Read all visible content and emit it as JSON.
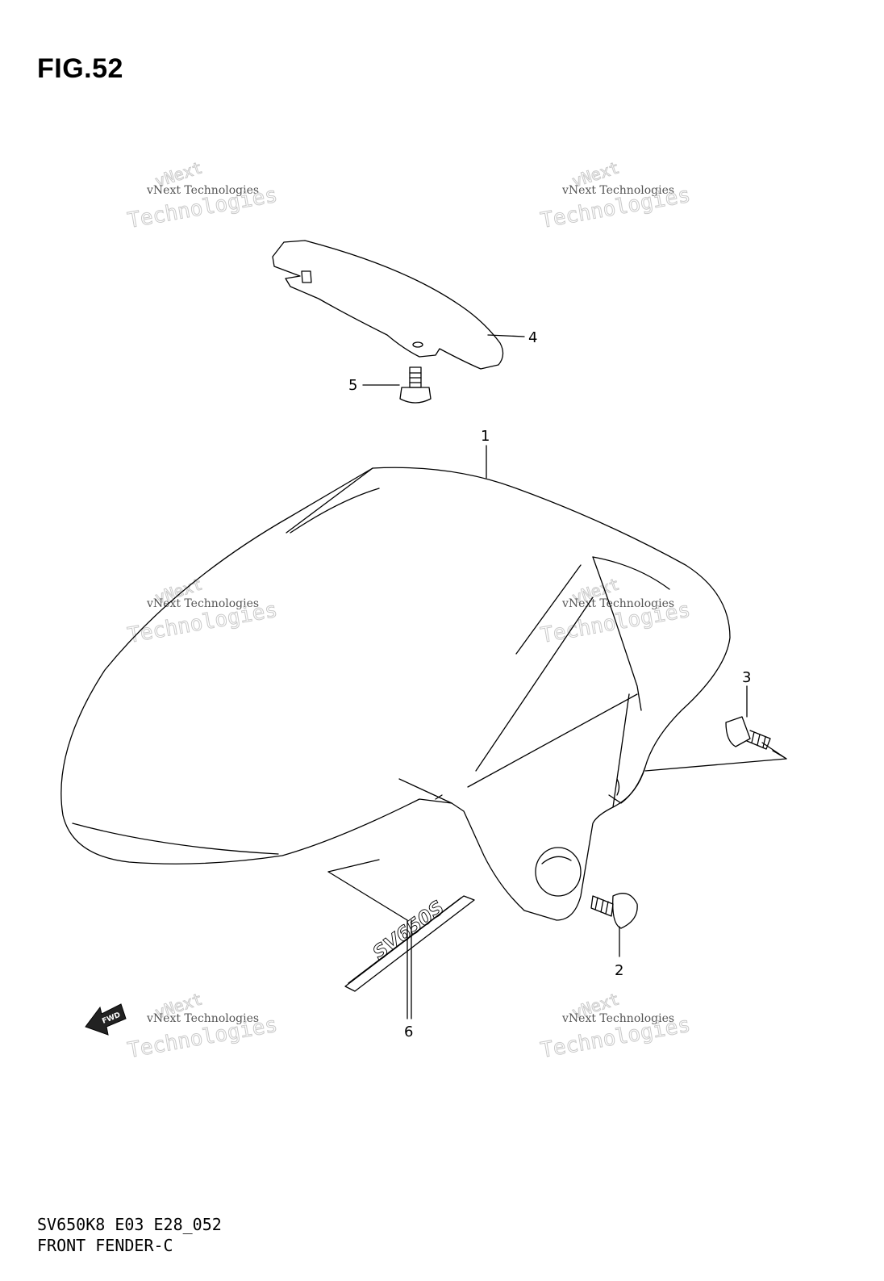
{
  "figure": {
    "title": "FIG.52",
    "code": "SV650K8 E03 E28_052",
    "name": "FRONT FENDER-C"
  },
  "callouts": [
    "1",
    "2",
    "3",
    "4",
    "5",
    "6"
  ],
  "watermark": {
    "line1": "vNext Technologies",
    "big": "Technologies",
    "mid": "vNext"
  },
  "forward_arrow_label": "FWD",
  "decal_text": "SV650S"
}
